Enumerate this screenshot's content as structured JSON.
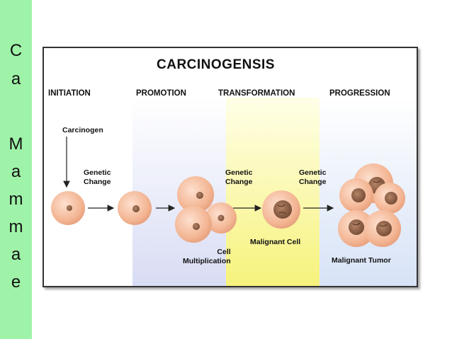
{
  "sidebar": {
    "letters": [
      "C",
      "a",
      "",
      "M",
      "a",
      "m",
      "m",
      "a",
      "e"
    ]
  },
  "diagram": {
    "title": "CARCINOGENSIS",
    "stages": [
      "INITIATION",
      "PROMOTION",
      "TRANSFORMATION",
      "PROGRESSION"
    ],
    "labels": {
      "carcinogen": "Carcinogen",
      "genetic_change_1": "Genetic\nChange",
      "genetic_change_2": "Genetic\nChange",
      "genetic_change_3": "Genetic\nChange",
      "cell_multiplication": "Cell\nMultiplication",
      "malignant_cell": "Malignant Cell",
      "malignant_tumor": "Malignant Tumor"
    },
    "colors": {
      "promotion_bg": "#e6e8f8",
      "transformation_bg": "#fbfba0",
      "progression_bg": "#e4ecf8",
      "cell_fill": "#f5b89a",
      "nucleus_fill": "#9a6a4c"
    }
  }
}
